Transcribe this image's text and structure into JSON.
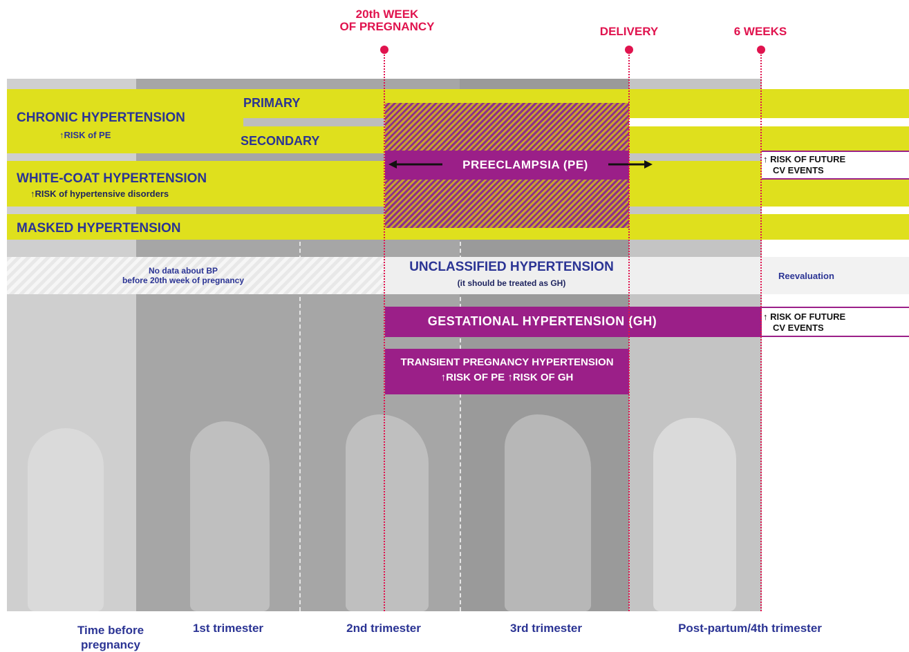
{
  "milestones": {
    "week20_line1": "20th WEEK",
    "week20_line2": "OF PREGNANCY",
    "delivery": "DELIVERY",
    "six_weeks": "6 WEEKS"
  },
  "rows": {
    "chronic_title": "CHRONIC HYPERTENSION",
    "chronic_sub": "↑RISK of PE",
    "primary": "PRIMARY",
    "secondary": "SECONDARY",
    "whitecoat_title": "WHITE-COAT HYPERTENSION",
    "whitecoat_sub": "↑RISK of hypertensive disorders",
    "masked_title": "MASKED HYPERTENSION",
    "preeclampsia": "PREECLAMPSIA (PE)",
    "risk_future_1a": "↑ RISK OF FUTURE",
    "risk_future_1b": "CV EVENTS",
    "no_data_line1": "No data about BP",
    "no_data_line2": "before 20th week of pregnancy",
    "unclassified_title": "UNCLASSIFIED HYPERTENSION",
    "unclassified_sub": "(it should be treated as GH)",
    "reevaluation": "Reevaluation",
    "gestational": "GESTATIONAL HYPERTENSION (GH)",
    "risk_future_2a": "↑ RISK OF FUTURE",
    "risk_future_2b": "CV EVENTS",
    "transient_line1": "TRANSIENT PREGNANCY HYPERTENSION",
    "transient_line2": "↑RISK OF PE ↑RISK OF GH"
  },
  "periods": {
    "before_line1": "Time before",
    "before_line2": "pregnancy",
    "first": "1st trimester",
    "second": "2nd trimester",
    "third": "3rd trimester",
    "postpartum": "Post-partum/4th trimester"
  },
  "colors": {
    "milestone": "#e0134e",
    "yellow_bar": "#dfe01d",
    "purple_bar": "#9b1f88",
    "navy_text": "#2b3494"
  }
}
